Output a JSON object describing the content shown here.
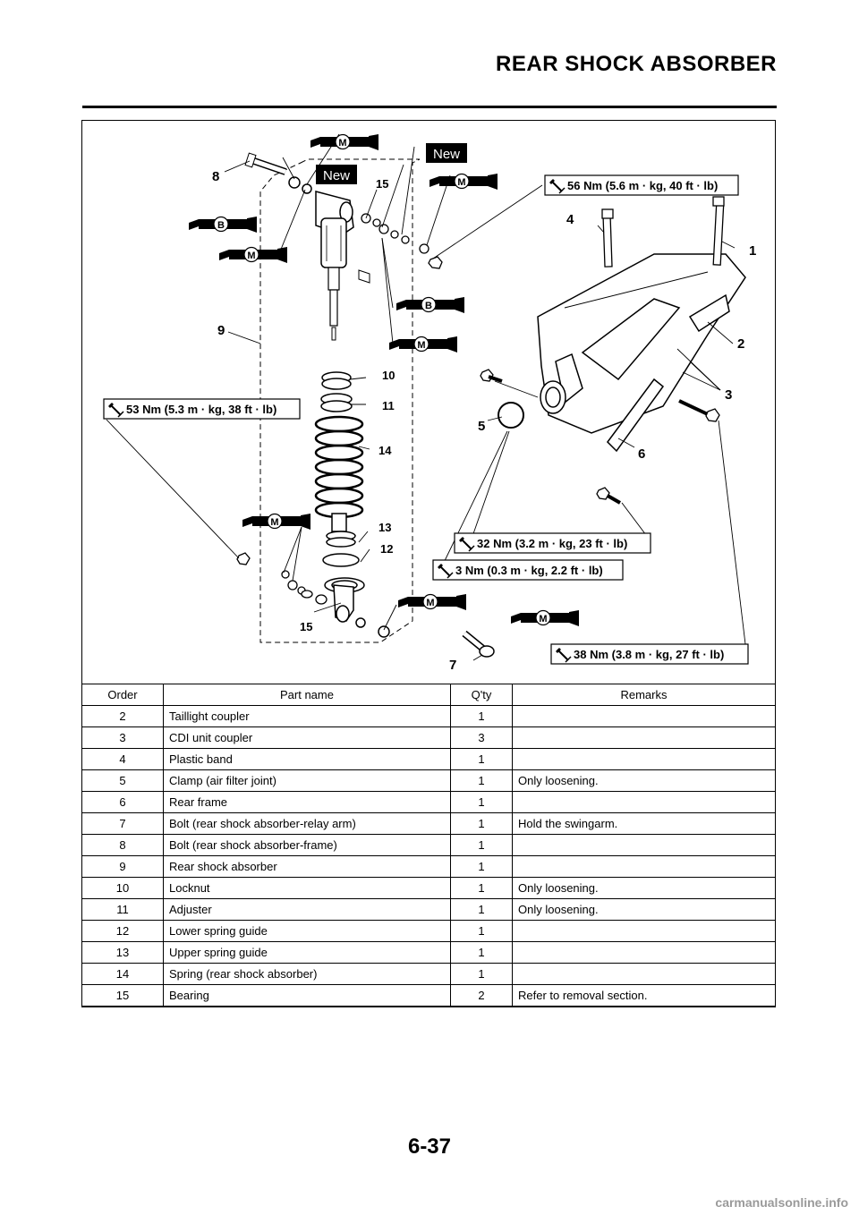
{
  "header": {
    "title": "REAR SHOCK ABSORBER"
  },
  "diagram": {
    "callouts": [
      "1",
      "2",
      "3",
      "4",
      "5",
      "6",
      "7",
      "8",
      "9",
      "10",
      "11",
      "12",
      "13",
      "14",
      "15",
      "15"
    ],
    "torque_specs": [
      "56 Nm (5.6 m · kg, 40 ft · lb)",
      "53 Nm (5.3 m · kg, 38 ft · lb)",
      "32 Nm (3.2 m · kg, 23 ft · lb)",
      "3 Nm (0.3 m · kg, 2.2 ft · lb)",
      "38 Nm (3.8 m · kg, 27 ft · lb)"
    ],
    "new_labels": [
      "New",
      "New"
    ],
    "symbol_letters": {
      "m": "M",
      "b": "B"
    }
  },
  "table": {
    "headers": [
      "Order",
      "Part name",
      "Q'ty",
      "Remarks"
    ],
    "rows": [
      [
        "2",
        "Taillight coupler",
        "1",
        ""
      ],
      [
        "3",
        "CDI unit coupler",
        "3",
        ""
      ],
      [
        "4",
        "Plastic band",
        "1",
        ""
      ],
      [
        "5",
        "Clamp (air filter joint)",
        "1",
        "Only loosening."
      ],
      [
        "6",
        "Rear frame",
        "1",
        ""
      ],
      [
        "7",
        "Bolt (rear shock absorber-relay arm)",
        "1",
        "Hold the swingarm."
      ],
      [
        "8",
        "Bolt (rear shock absorber-frame)",
        "1",
        ""
      ],
      [
        "9",
        "Rear shock absorber",
        "1",
        ""
      ],
      [
        "10",
        "Locknut",
        "1",
        "Only loosening."
      ],
      [
        "11",
        "Adjuster",
        "1",
        "Only loosening."
      ],
      [
        "12",
        "Lower spring guide",
        "1",
        ""
      ],
      [
        "13",
        "Upper spring guide",
        "1",
        ""
      ],
      [
        "14",
        "Spring (rear shock absorber)",
        "1",
        ""
      ],
      [
        "15",
        "Bearing",
        "2",
        "Refer to removal section."
      ]
    ]
  },
  "footer": {
    "page_number": "6-37",
    "watermark": "carmanualsonline.info"
  }
}
